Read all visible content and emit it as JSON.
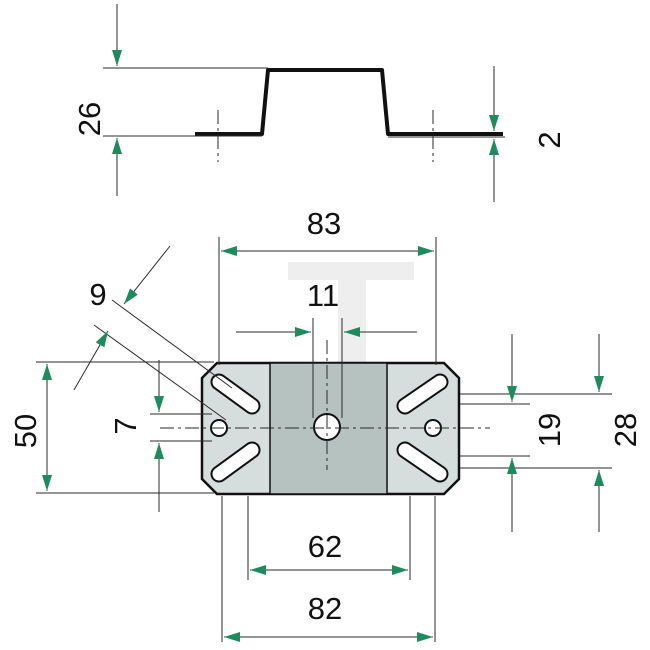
{
  "colors": {
    "dimension_arrow": "#1f8a5c",
    "outline": "#1a1a1a",
    "plate_fill": "#d6dedd",
    "channel_fill": "#b5c2c0",
    "watermark": "#eeeeee"
  },
  "dimensions": {
    "profile_height": "26",
    "sheet_thickness": "2",
    "top_width": "83",
    "center_hole": "11",
    "slot_width": "9",
    "height_total": "50",
    "small_hole": "7",
    "slot_spacing": "19",
    "side_height": "28",
    "channel_width": "62",
    "bottom_width": "82"
  }
}
